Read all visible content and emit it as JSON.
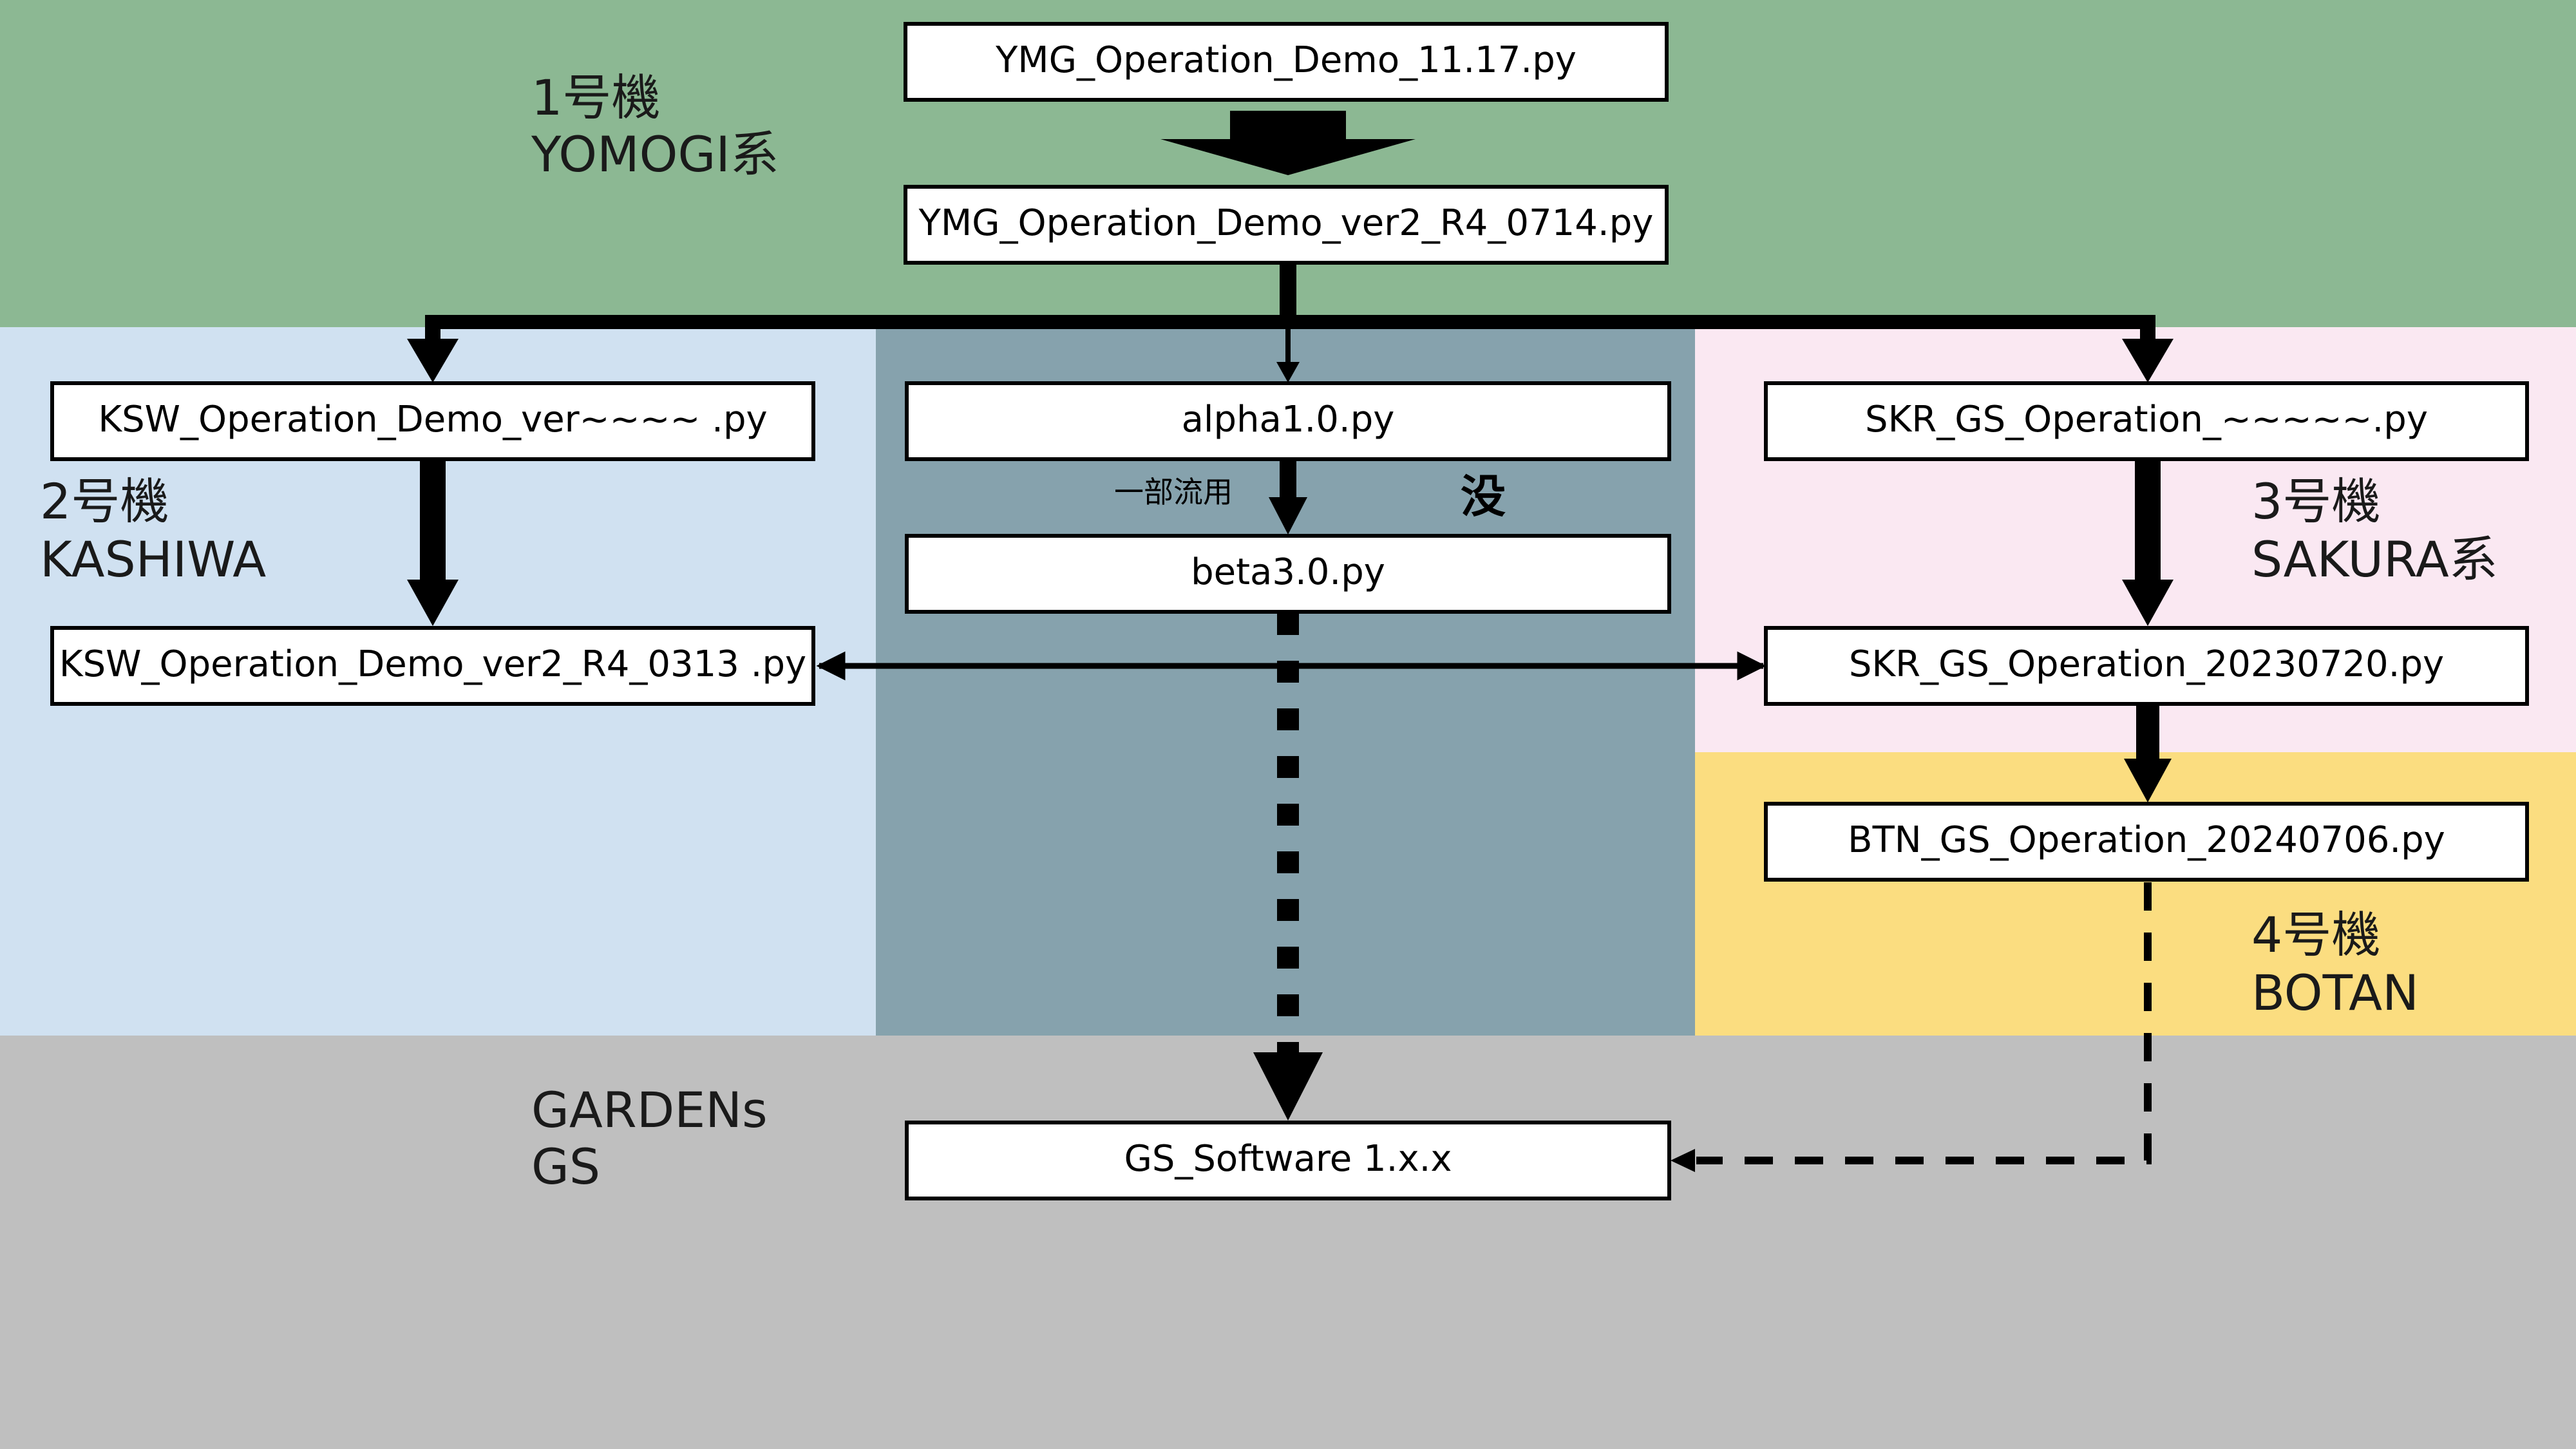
{
  "colors": {
    "yomogi": "#8cb893",
    "kashiwa": "#d0e1f1",
    "alpha": "#86a2ad",
    "sakura": "#fae8f2",
    "botan": "#fbdd80",
    "gardens": "#bfbfbf"
  },
  "regions": {
    "yomogi": {
      "line1": "1号機",
      "line2": "YOMOGI系"
    },
    "kashiwa": {
      "line1": "2号機",
      "line2": "KASHIWA"
    },
    "sakura": {
      "line1": "3号機",
      "line2": "SAKURA系"
    },
    "botan": {
      "line1": "4号機",
      "line2": "BOTAN"
    },
    "gardens": {
      "line1": "GARDENs",
      "line2": "GS"
    }
  },
  "files": {
    "ymg_demo": "YMG_Operation_Demo_11.17.py",
    "ymg_ver2": "YMG_Operation_Demo_ver2_R4_0714.py",
    "ksw_ver": "KSW_Operation_Demo_ver~~~~ .py",
    "alpha": "alpha1.0.py",
    "skr_ver": "SKR_GS_Operation_~~~~~.py",
    "beta": "beta3.0.py",
    "ksw_ver2": "KSW_Operation_Demo_ver2_R4_0313 .py",
    "skr_2023": "SKR_GS_Operation_20230720.py",
    "btn_2024": "BTN_GS_Operation_20240706.py",
    "gs_software": "GS_Software 1.x.x"
  },
  "annotations": {
    "partial_reuse": "一部流用",
    "abandoned": "没"
  }
}
